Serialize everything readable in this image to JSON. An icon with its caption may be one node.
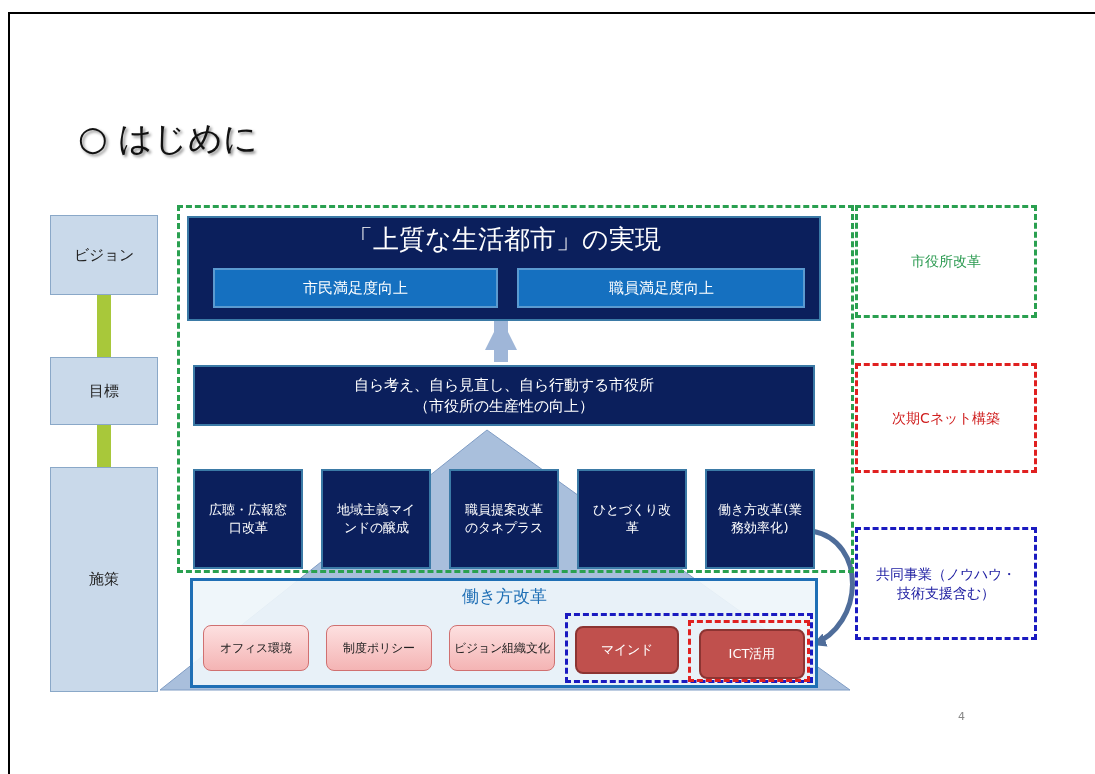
{
  "diagram": {
    "title": "○ はじめに",
    "nodes": [
      {
        "text": [
          "ビジョン"
        ]
      },
      {
        "text": [
          "目標"
        ]
      },
      {
        "text": [
          "施策"
        ]
      },
      {
        "text": [],
        "shape": "box"
      },
      {
        "text": [
          "「上質な生活都市」の実現"
        ],
        "in": 3
      },
      {
        "text": [
          "市民満足度向上"
        ],
        "in": 4
      },
      {
        "text": [
          "職員満足度向上"
        ],
        "in": 4
      },
      {
        "text": [
          "自ら考え、自ら見直し、自ら行動する市役所",
          "（市役所の生産性の向上）"
        ],
        "in": 3
      },
      {
        "text": [
          "広聴・広報窓口改革"
        ],
        "in": 3
      },
      {
        "text": [
          "地域主義マインドの醸成"
        ],
        "in": 3
      },
      {
        "text": [
          "職員提案改革のタネプラス"
        ],
        "in": 3
      },
      {
        "text": [
          "ひとづくり改革"
        ],
        "in": 3
      },
      {
        "text": [
          "働き方改革(業務効率化)"
        ],
        "in": 3
      },
      {
        "text": [
          "働き方改革"
        ]
      },
      {
        "text": [
          "オフィス環境"
        ],
        "in": 13
      },
      {
        "text": [
          "制度ポリシー"
        ],
        "in": 13
      },
      {
        "text": [
          "ビジョン組織文化"
        ],
        "in": 13
      },
      {
        "text": [],
        "shape": "box",
        "in": 13
      },
      {
        "text": [
          "マインド"
        ],
        "in": 17
      },
      {
        "text": [],
        "shape": "box",
        "in": 17
      },
      {
        "text": [
          "ICT活用"
        ],
        "in": 19
      },
      {
        "text": [
          "市役所改革"
        ]
      },
      {
        "text": [
          "次期Cネット構築"
        ]
      },
      {
        "text": [
          "共同事業（ノウハウ・技術支援含む）"
        ]
      }
    ],
    "edges": [
      {
        "from": 0,
        "to": 1,
        "arrow": "none",
        "color": "#a8c83a"
      },
      {
        "from": 1,
        "to": 2,
        "arrow": "none",
        "color": "#a8c83a"
      },
      {
        "from": 7,
        "to": 4,
        "arrow": "to",
        "color": "#9fb6d8"
      },
      {
        "from": 12,
        "to": 17,
        "arrow": "to",
        "color": "#4f6d9a"
      }
    ],
    "labels": [
      "4"
    ]
  }
}
